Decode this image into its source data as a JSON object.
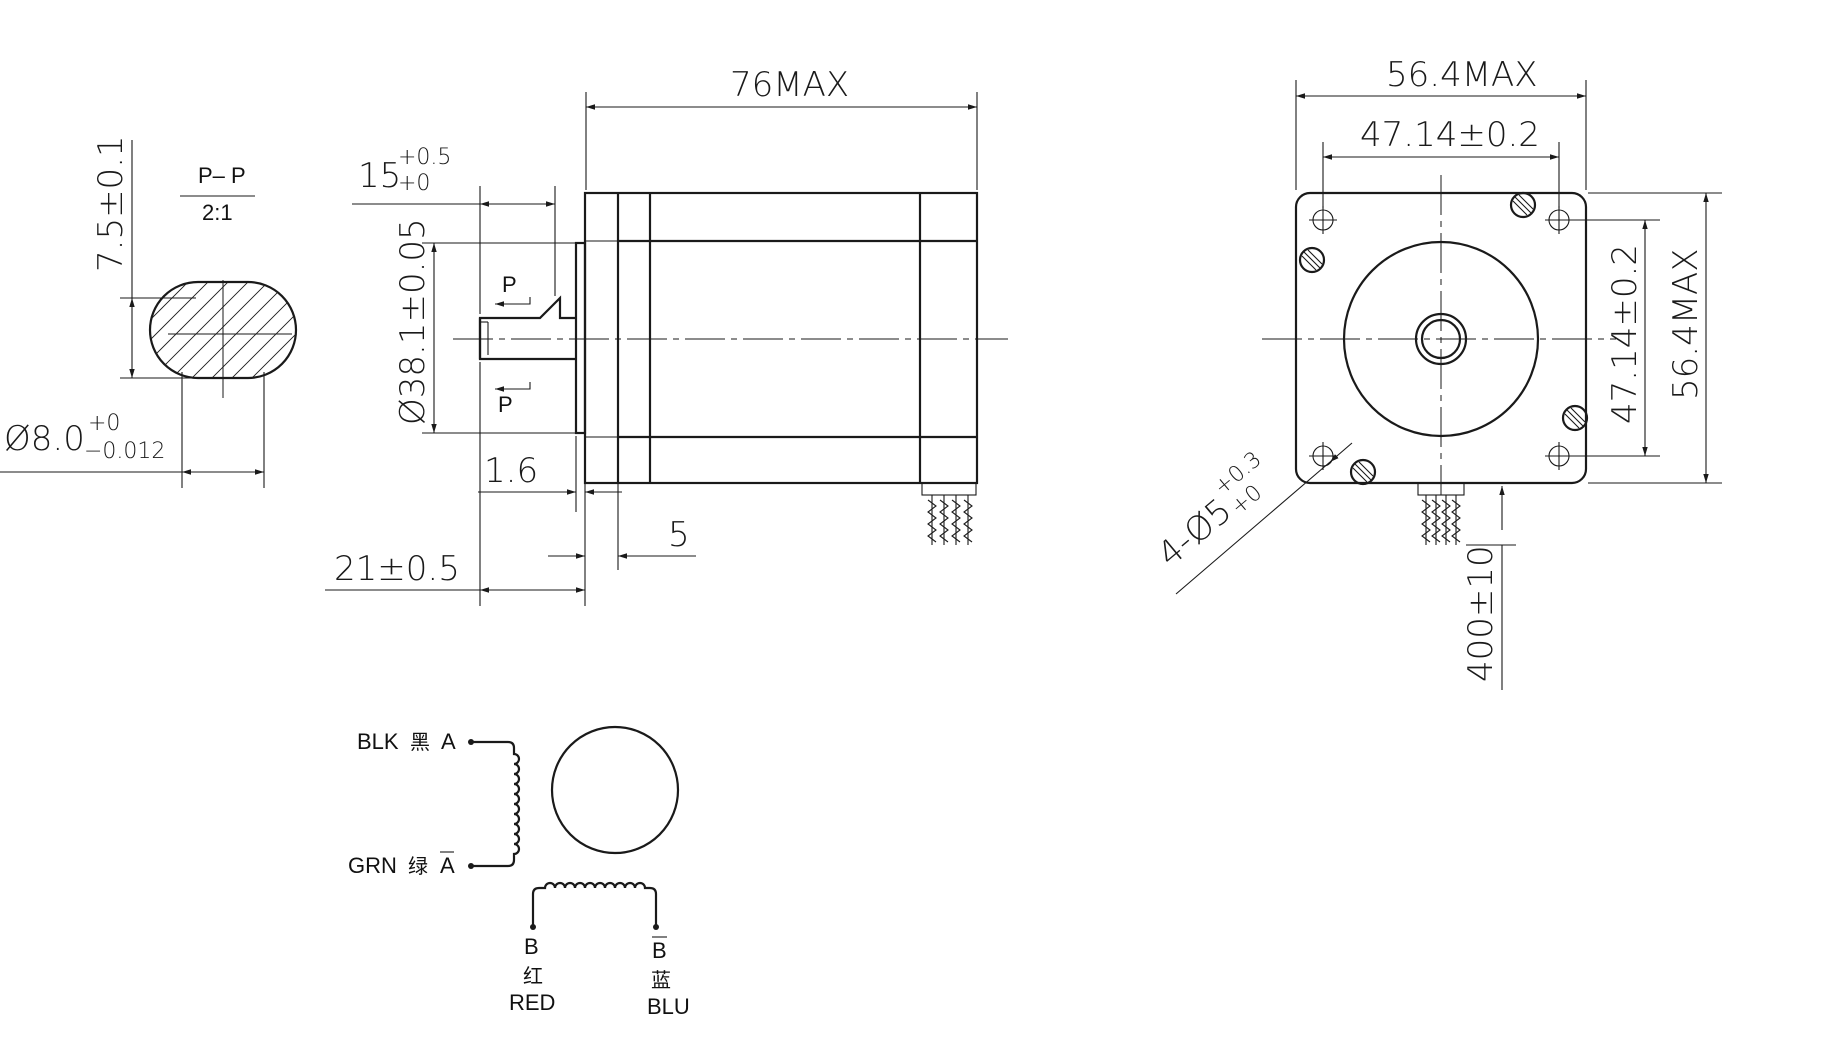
{
  "section_view": {
    "title": "P– P",
    "scale": "2:1",
    "dim_flat": "7.5±0.1",
    "dim_dia_base": "Ø8.0",
    "dim_dia_tol_upper": "+0",
    "dim_dia_tol_lower": "−0.012"
  },
  "side_view": {
    "dim_length": "76MAX",
    "dim_flat_len_base": "15",
    "dim_flat_len_tol_upper": "+0.5",
    "dim_flat_len_tol_lower": "+0",
    "dim_pilot": "Ø38.1±0.05",
    "section_mark": "P",
    "dim_pilot_depth": "1.6",
    "dim_flange": "5",
    "dim_shaft_len": "21±0.5"
  },
  "front_view": {
    "dim_width_max": "56.4MAX",
    "dim_hole_spacing": "47.14±0.2",
    "dim_hole_spacing_v": "47.14±0.2",
    "dim_height_max": "56.4MAX",
    "dim_holes_base": "4-Ø5",
    "dim_holes_tol_upper": "+0.3",
    "dim_holes_tol_lower": "+0",
    "dim_lead_len": "400±10"
  },
  "wiring": {
    "a_plus": {
      "color": "BLK",
      "cn": "黑",
      "phase": "A"
    },
    "a_minus": {
      "color": "GRN",
      "cn": "绿",
      "phase": "A"
    },
    "b_plus": {
      "color": "RED",
      "cn": "红",
      "phase": "B"
    },
    "b_minus": {
      "color": "BLU",
      "cn": "蓝",
      "phase": "B"
    }
  }
}
